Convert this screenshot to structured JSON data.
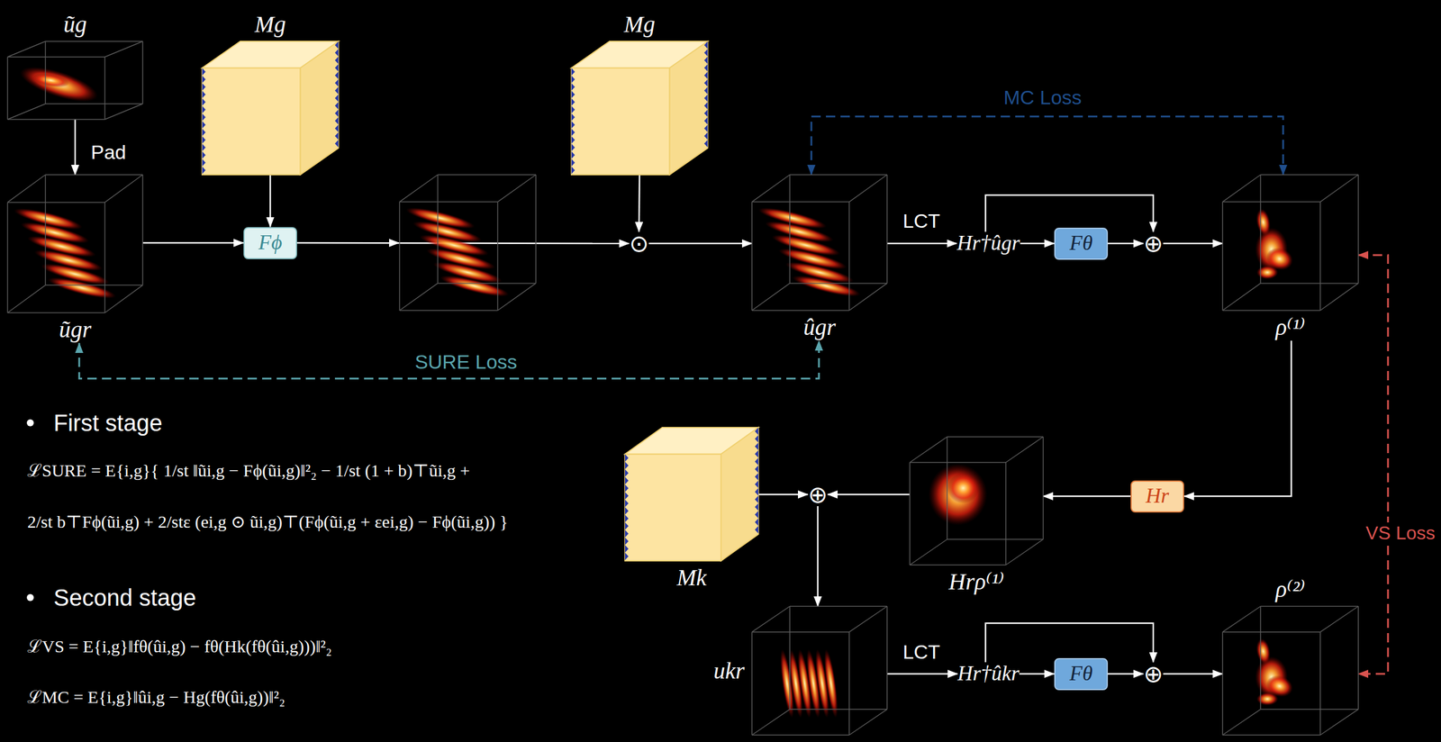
{
  "diagram": {
    "nodes": [
      {
        "text": [
          "ũg"
        ]
      },
      {
        "text": [
          "ũgr"
        ]
      },
      {
        "text": [
          "Mg"
        ]
      },
      {
        "text": [
          "Fϕ"
        ]
      },
      {
        "text": [
          "Mg"
        ]
      },
      {
        "text": [
          "⊙"
        ]
      },
      {
        "text": [
          "ûgr"
        ]
      },
      {
        "text": [
          "Hr†ûgr"
        ]
      },
      {
        "text": [
          "Fθ"
        ]
      },
      {
        "text": [
          "⊕"
        ]
      },
      {
        "text": [
          "ρ⁽¹⁾"
        ]
      },
      {
        "text": [
          "Hr"
        ]
      },
      {
        "text": [
          "Hrρ⁽¹⁾"
        ]
      },
      {
        "text": [
          "Mk"
        ]
      },
      {
        "text": [
          "⊕"
        ]
      },
      {
        "text": [
          "ukr"
        ]
      },
      {
        "text": [
          "Hr†ûkr"
        ]
      },
      {
        "text": [
          "Fθ"
        ]
      },
      {
        "text": [
          "⊕"
        ]
      },
      {
        "text": [
          "ρ⁽²⁾"
        ]
      }
    ],
    "edges": [
      {
        "from": 0,
        "to": 1,
        "arrow": "to",
        "label": "Pad"
      },
      {
        "from": 1,
        "to": 3,
        "arrow": "to"
      },
      {
        "from": 2,
        "to": 3,
        "arrow": "to"
      },
      {
        "from": 3,
        "to": 5,
        "arrow": "to"
      },
      {
        "from": 4,
        "to": 5,
        "arrow": "to"
      },
      {
        "from": 5,
        "to": 6,
        "arrow": "to"
      },
      {
        "from": 6,
        "to": 7,
        "arrow": "to",
        "label": "LCT"
      },
      {
        "from": 7,
        "to": 8,
        "arrow": "to"
      },
      {
        "from": 8,
        "to": 9,
        "arrow": "to"
      },
      {
        "from": 7,
        "to": 9,
        "arrow": "to"
      },
      {
        "from": 9,
        "to": 10,
        "arrow": "to"
      },
      {
        "from": 6,
        "to": 10,
        "arrow": "both",
        "label": "MC Loss"
      },
      {
        "from": 1,
        "to": 6,
        "arrow": "both",
        "label": "SURE Loss"
      },
      {
        "from": 10,
        "to": 11,
        "arrow": "to"
      },
      {
        "from": 11,
        "to": 12,
        "arrow": "to"
      },
      {
        "from": 12,
        "to": 14,
        "arrow": "to"
      },
      {
        "from": 13,
        "to": 14,
        "arrow": "to"
      },
      {
        "from": 14,
        "to": 15,
        "arrow": "to"
      },
      {
        "from": 15,
        "to": 16,
        "arrow": "to",
        "label": "LCT"
      },
      {
        "from": 16,
        "to": 17,
        "arrow": "to"
      },
      {
        "from": 17,
        "to": 18,
        "arrow": "to"
      },
      {
        "from": 16,
        "to": 18,
        "arrow": "to"
      },
      {
        "from": 18,
        "to": 19,
        "arrow": "to"
      },
      {
        "from": 10,
        "to": 19,
        "arrow": "both",
        "label": "VS Loss"
      }
    ],
    "labels": [
      "First stage",
      "ℒSURE = E{i,g}{ 1/st ‖ũi,g − Fϕ(ũi,g)‖²₂ − 1/st (1 + b)⊤ũi,g +",
      "2/st b⊤Fϕ(ũi,g) + 2/stε (ei,g ⊙ ũi,g)⊤(Fϕ(ũi,g + εei,g) − Fϕ(ũi,g)) }",
      "Second stage",
      "ℒVS = E{i,g}‖fθ(ûi,g) − fθ(Hk(fθ(ûi,g)))‖²₂",
      "ℒMC = E{i,g}‖ûi,g − Hg(fθ(ûi,g))‖²₂"
    ]
  }
}
